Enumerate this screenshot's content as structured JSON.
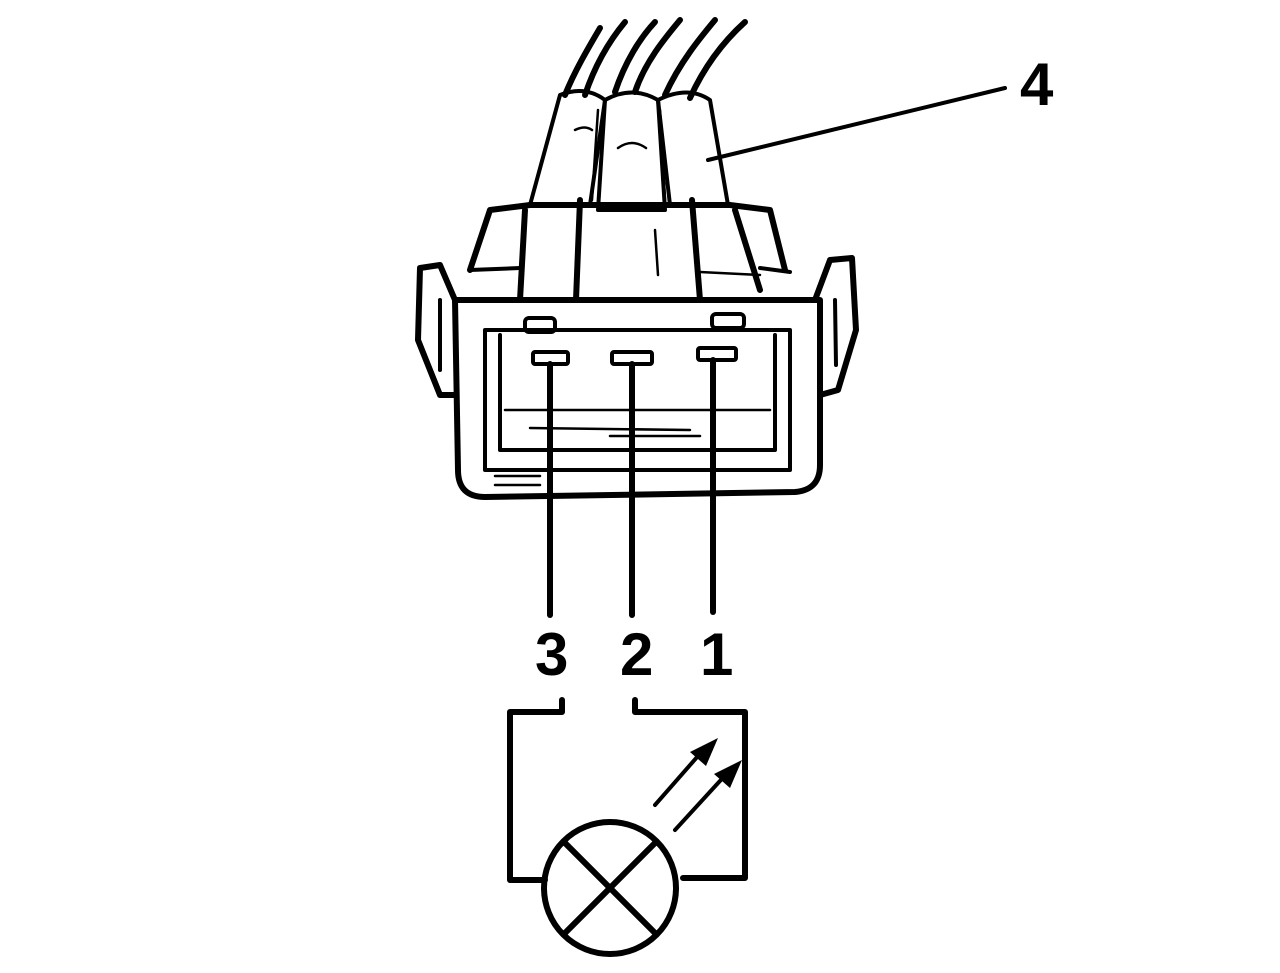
{
  "diagram": {
    "callout_label": "4",
    "pin_labels": [
      "3",
      "2",
      "1"
    ]
  },
  "colors": {
    "ink": "#000000",
    "paper": "#ffffff"
  }
}
